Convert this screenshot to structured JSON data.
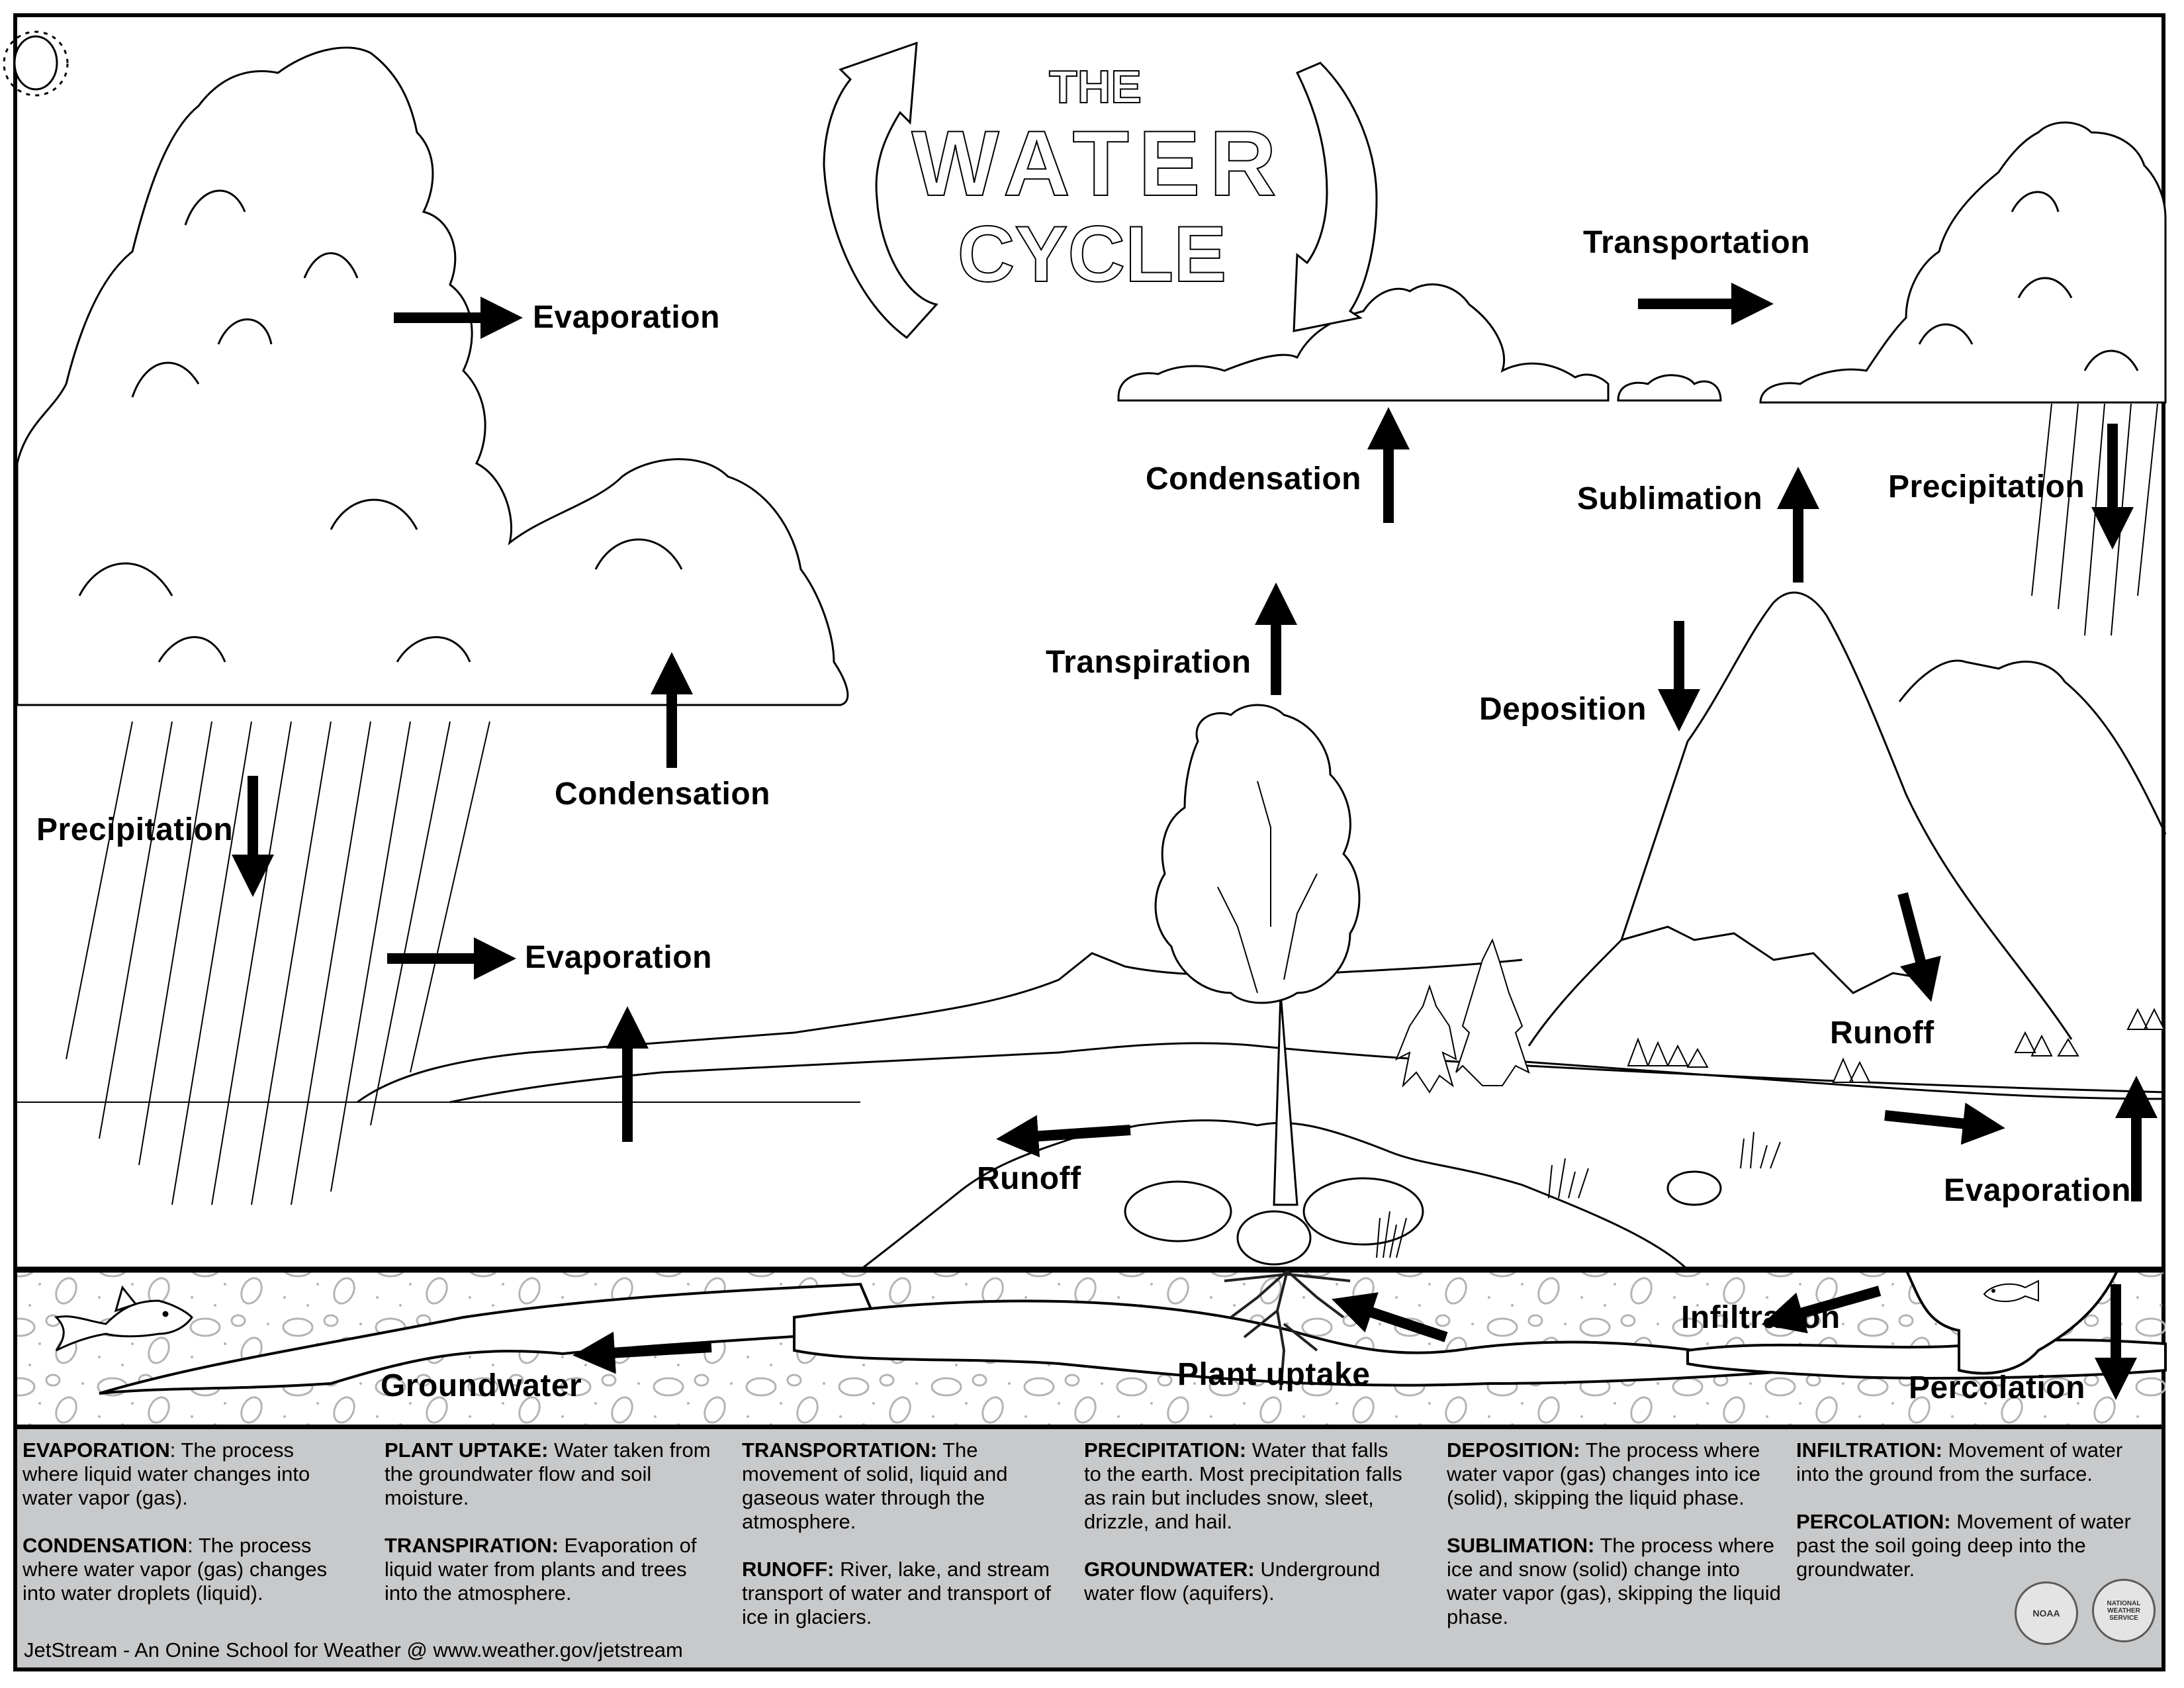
{
  "title": {
    "line1": "THE",
    "line2": "WATER",
    "line3": "CYCLE"
  },
  "labels": {
    "evaporation_top": "Evaporation",
    "condensation_left": "Condensation",
    "precipitation_left": "Precipitation",
    "evaporation_left": "Evaporation",
    "transportation": "Transportation",
    "condensation_mid": "Condensation",
    "sublimation": "Sublimation",
    "precipitation_right": "Precipitation",
    "transpiration": "Transpiration",
    "deposition": "Deposition",
    "runoff_mountain": "Runoff",
    "runoff_left": "Runoff",
    "evaporation_right": "Evaporation",
    "infiltration": "Infiltration",
    "groundwater": "Groundwater",
    "plant_uptake": "Plant uptake",
    "percolation": "Percolation"
  },
  "legend": {
    "columns": [
      [
        {
          "term": "EVAPORATION",
          "sep": ": ",
          "text": "The process where liquid water changes into water vapor (gas)."
        },
        {
          "term": "CONDENSATION",
          "sep": ": ",
          "text": "The process where water vapor (gas) changes into water droplets (liquid)."
        }
      ],
      [
        {
          "term": "PLANT UPTAKE:",
          "sep": " ",
          "text": "Water taken from the groundwater flow and soil moisture."
        },
        {
          "term": "TRANSPIRATION:",
          "sep": " ",
          "text": "Evaporation of liquid water from plants and trees into the atmosphere."
        }
      ],
      [
        {
          "term": "TRANSPORTATION:",
          "sep": " ",
          "text": "The movement of solid, liquid and gaseous water through the atmosphere."
        },
        {
          "term": "RUNOFF:",
          "sep": " ",
          "text": "River, lake, and stream transport of water and transport of ice in glaciers."
        }
      ],
      [
        {
          "term": "PRECIPITATION:",
          "sep": " ",
          "text": "Water that falls to the earth. Most precipitation falls as rain but includes snow, sleet, drizzle, and hail."
        },
        {
          "term": "GROUNDWATER:",
          "sep": " ",
          "text": "Underground water flow (aquifers)."
        }
      ],
      [
        {
          "term": "DEPOSITION:",
          "sep": " ",
          "text": "The process where water vapor (gas) changes into ice (solid), skipping the liquid phase."
        },
        {
          "term": "SUBLIMATION:",
          "sep": " ",
          "text": "The process where ice and snow (solid) change into water vapor (gas), skipping the liquid phase."
        }
      ],
      [
        {
          "term": "INFILTRATION:",
          "sep": " ",
          "text": "Movement of water into the ground from the surface."
        },
        {
          "term": "PERCOLATION:",
          "sep": " ",
          "text": "Movement of water past the soil going deep into the groundwater."
        }
      ]
    ],
    "footer": "JetStream - An Onine School for Weather @ www.weather.gov/jetstream",
    "logos": [
      "NOAA",
      "NATIONAL WEATHER SERVICE"
    ]
  },
  "colors": {
    "legend_bg": "#c8c9cb",
    "ink": "#000000",
    "soil_dots": "#b4b4b4"
  }
}
